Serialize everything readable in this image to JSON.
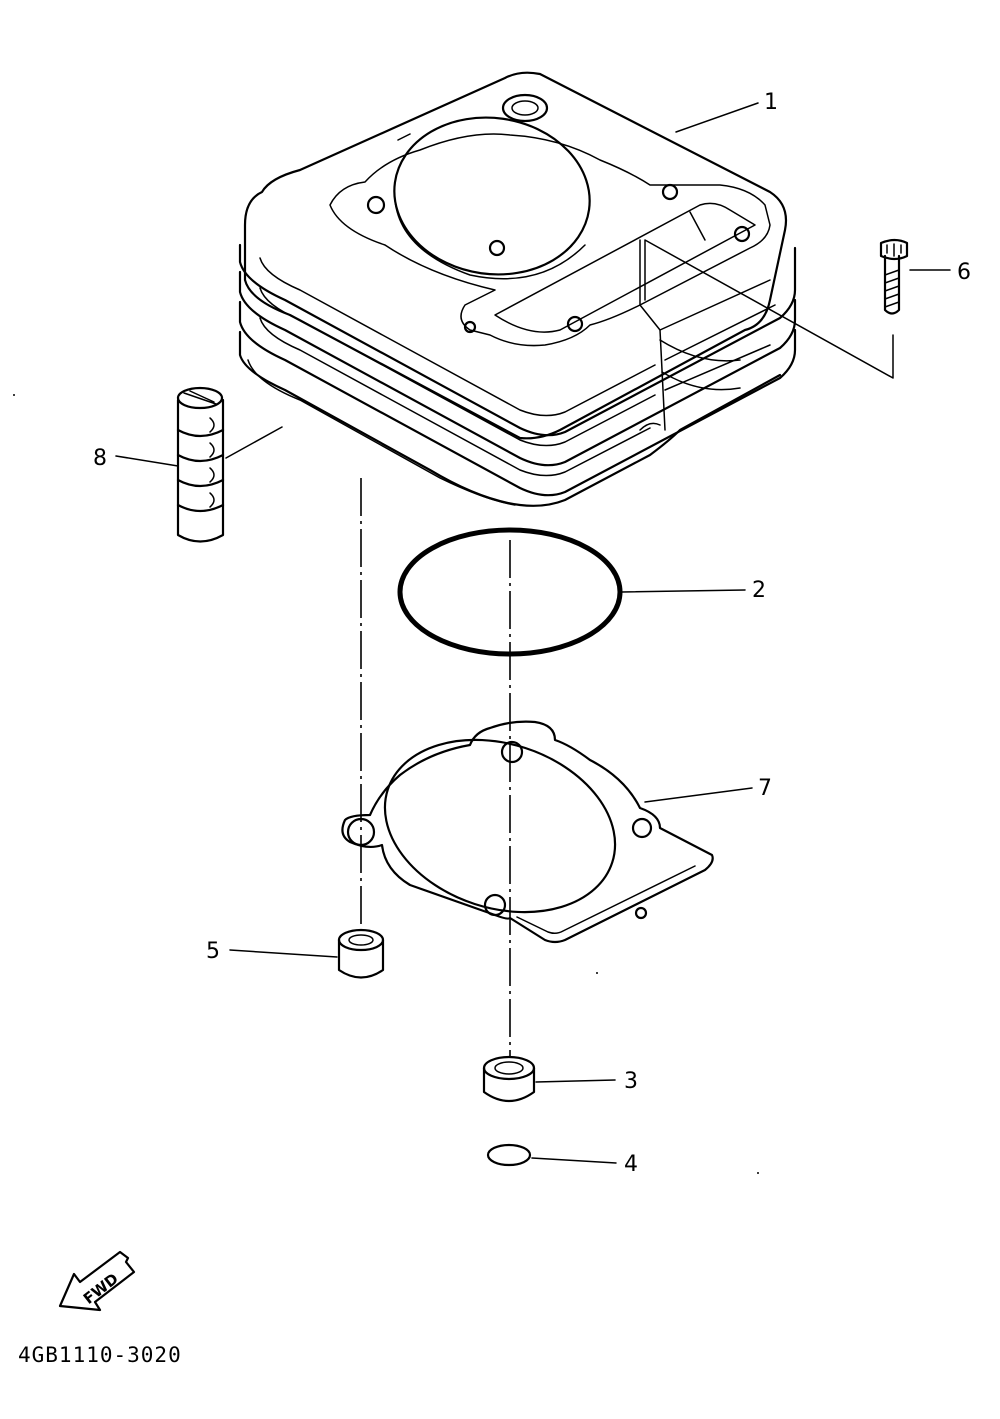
{
  "diagram": {
    "callouts": [
      {
        "id": "1",
        "label": "1"
      },
      {
        "id": "2",
        "label": "2"
      },
      {
        "id": "3",
        "label": "3"
      },
      {
        "id": "4",
        "label": "4"
      },
      {
        "id": "5",
        "label": "5"
      },
      {
        "id": "6",
        "label": "6"
      },
      {
        "id": "7",
        "label": "7"
      },
      {
        "id": "8",
        "label": "8"
      }
    ],
    "direction_label": "FWD",
    "drawing_code": "4GB1110-3020"
  }
}
